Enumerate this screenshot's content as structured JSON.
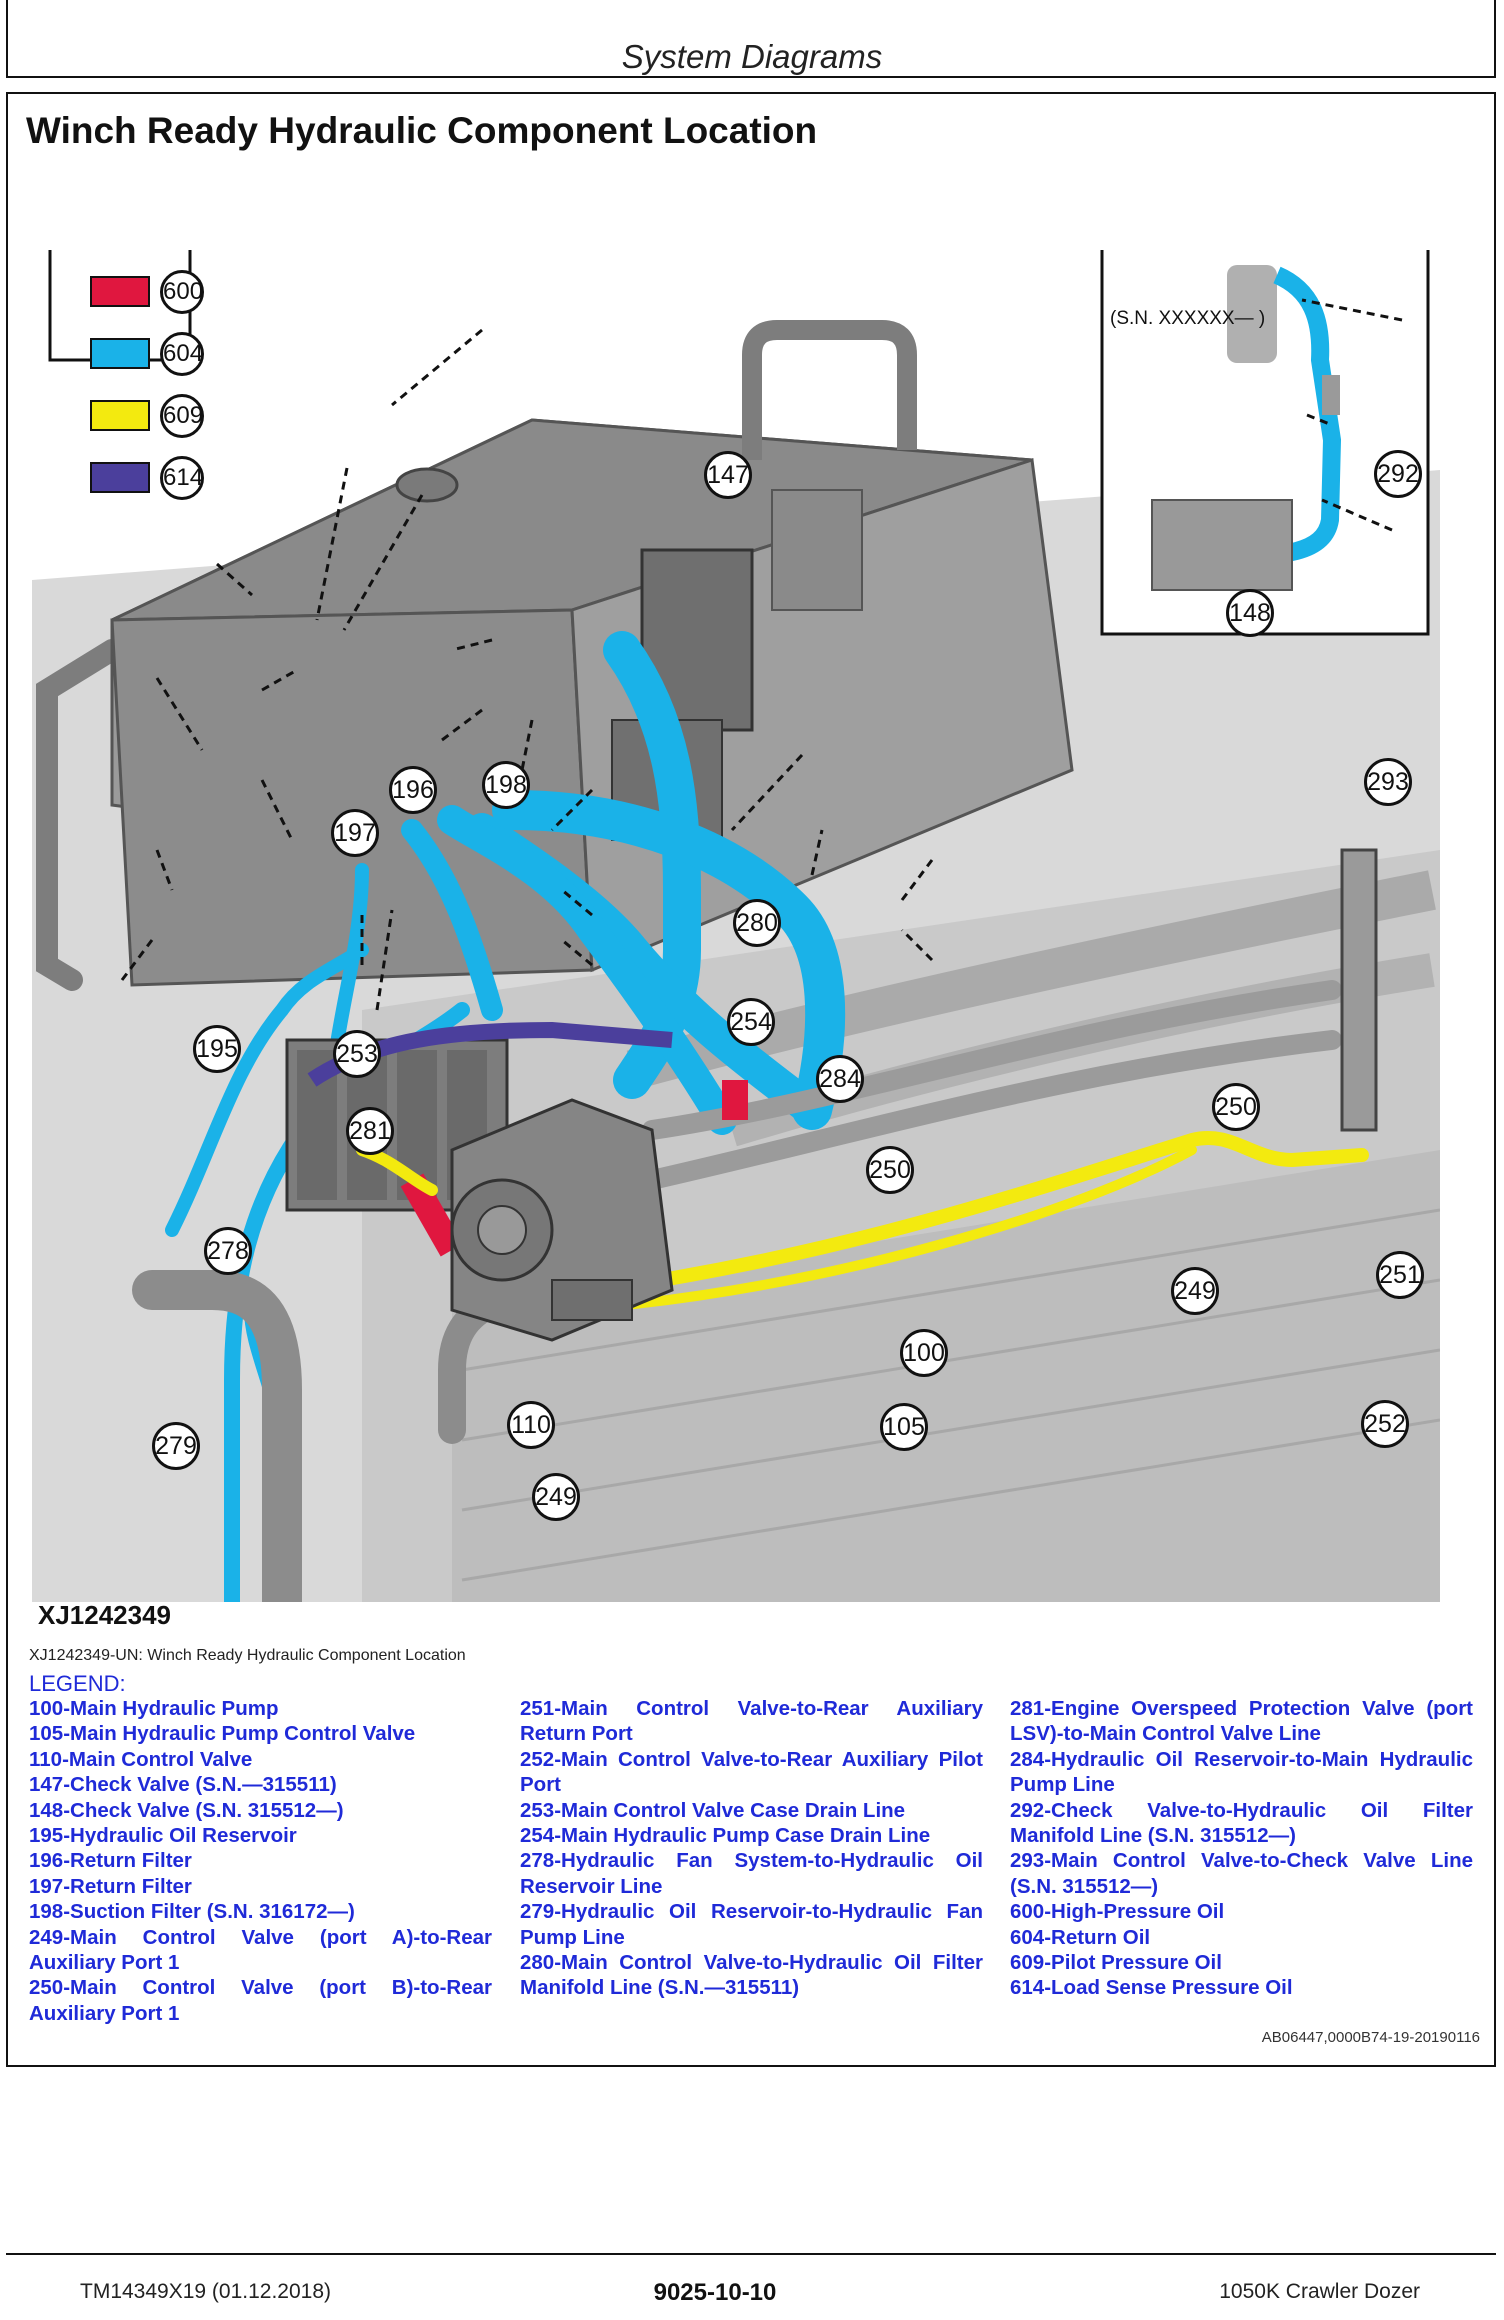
{
  "header": {
    "title": "System Diagrams"
  },
  "section": {
    "title": "Winch Ready Hydraulic Component Location"
  },
  "figure": {
    "id": "XJ1242349",
    "caption": "XJ1242349-UN: Winch Ready Hydraulic Component Location",
    "inset_label": "(S.N. XXXXXX— )",
    "color_key": [
      {
        "code": "600",
        "color": "#e0173f"
      },
      {
        "code": "604",
        "color": "#1ab2e8"
      },
      {
        "code": "609",
        "color": "#f3ea0f"
      },
      {
        "code": "614",
        "color": "#4b3f9c"
      }
    ],
    "callouts": [
      "147",
      "196",
      "198",
      "197",
      "195",
      "253",
      "280",
      "254",
      "284",
      "281",
      "250",
      "250",
      "278",
      "249",
      "251",
      "100",
      "105",
      "279",
      "110",
      "249",
      "252",
      "292",
      "148",
      "293"
    ],
    "colors": {
      "tank": "#8f8f8f",
      "hose_return": "#1ab2e8",
      "hose_pilot": "#f3ea0f",
      "hose_pressure": "#e0173f",
      "hose_load_sense": "#4b3f9c"
    }
  },
  "legend": {
    "heading": "LEGEND:",
    "col1": [
      "100-Main Hydraulic Pump",
      "105-Main Hydraulic Pump Control Valve",
      "110-Main Control Valve",
      "147-Check Valve (S.N.—315511)",
      "148-Check Valve (S.N. 315512—)",
      "195-Hydraulic Oil Reservoir",
      "196-Return Filter",
      "197-Return Filter",
      "198-Suction Filter (S.N. 316172—)",
      "249-Main Control Valve (port A)-to-Rear Auxiliary Port 1",
      "250-Main Control Valve (port B)-to-Rear Auxiliary Port 1"
    ],
    "col2": [
      "251-Main Control Valve-to-Rear Auxiliary Return Port",
      "252-Main Control Valve-to-Rear Auxiliary Pilot Port",
      "253-Main Control Valve Case Drain Line",
      "254-Main Hydraulic Pump Case Drain Line",
      "278-Hydraulic Fan System-to-Hydraulic Oil Reservoir Line",
      "279-Hydraulic Oil Reservoir-to-Hydraulic Fan Pump Line",
      "280-Main Control Valve-to-Hydraulic Oil Filter Manifold Line (S.N.—315511)"
    ],
    "col3": [
      "281-Engine Overspeed Protection Valve (port LSV)-to-Main Control Valve Line",
      "284-Hydraulic Oil Reservoir-to-Main Hydraulic Pump Line",
      "292-Check Valve-to-Hydraulic Oil Filter Manifold Line (S.N. 315512—)",
      "293-Main Control Valve-to-Check Valve Line (S.N. 315512—)",
      "600-High-Pressure Oil",
      "604-Return Oil",
      "609-Pilot Pressure Oil",
      "614-Load Sense Pressure Oil"
    ]
  },
  "doc_ref": "AB06447,0000B74-19-20190116",
  "footer": {
    "left": "TM14349X19 (01.12.2018)",
    "center": "9025-10-10",
    "right": "1050K Crawler Dozer"
  }
}
